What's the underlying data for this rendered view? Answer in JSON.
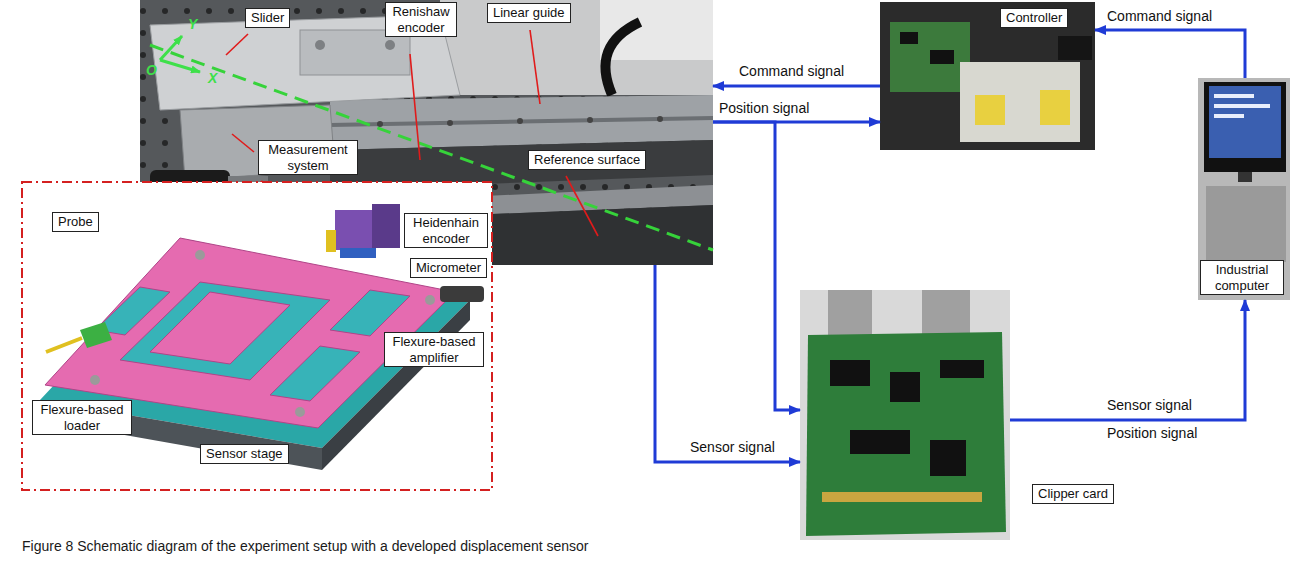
{
  "diagram": {
    "caption": "Figure 8 Schematic diagram of the experiment setup with a developed displacement sensor",
    "nodes": [
      {},
      {
        "text": [
          "Slider"
        ],
        "in": 0
      },
      {
        "text": [
          "Renishaw encoder"
        ],
        "in": 0
      },
      {
        "text": [
          "Linear guide"
        ],
        "in": 0
      },
      {
        "text": [
          "Measurement system"
        ],
        "in": 0
      },
      {
        "text": [
          "Reference surface"
        ],
        "in": 0
      },
      {},
      {
        "text": [
          "Heidenhain encoder"
        ],
        "in": 6
      },
      {
        "text": [
          "Probe"
        ],
        "in": 6
      },
      {
        "text": [
          "Micrometer"
        ],
        "in": 6
      },
      {
        "text": [
          "Flexure-based loader"
        ],
        "in": 6
      },
      {
        "text": [
          "Flexure-based amplifier"
        ],
        "in": 6
      },
      {
        "text": [
          "Sensor stage"
        ],
        "in": 6
      },
      {
        "text": [
          "Controller"
        ]
      },
      {
        "text": [
          "Industrial computer"
        ]
      },
      {
        "text": [
          "Clipper card"
        ]
      }
    ],
    "edges": [
      {
        "from": 14,
        "to": 13,
        "label": "Command signal",
        "arrow": "to"
      },
      {
        "from": 13,
        "to": 0,
        "label": "Command signal",
        "arrow": "to"
      },
      {
        "from": 0,
        "to": 13,
        "label": "Position signal",
        "arrow": "to"
      },
      {
        "from": 0,
        "to": 15,
        "arrow": "to"
      },
      {
        "from": 0,
        "to": 15,
        "label": "Sensor signal",
        "arrow": "to"
      },
      {
        "from": 15,
        "to": 14,
        "label": "Sensor signal",
        "arrow": "to"
      }
    ],
    "labels": [
      "Y",
      "O",
      "X",
      "Position signal"
    ]
  }
}
